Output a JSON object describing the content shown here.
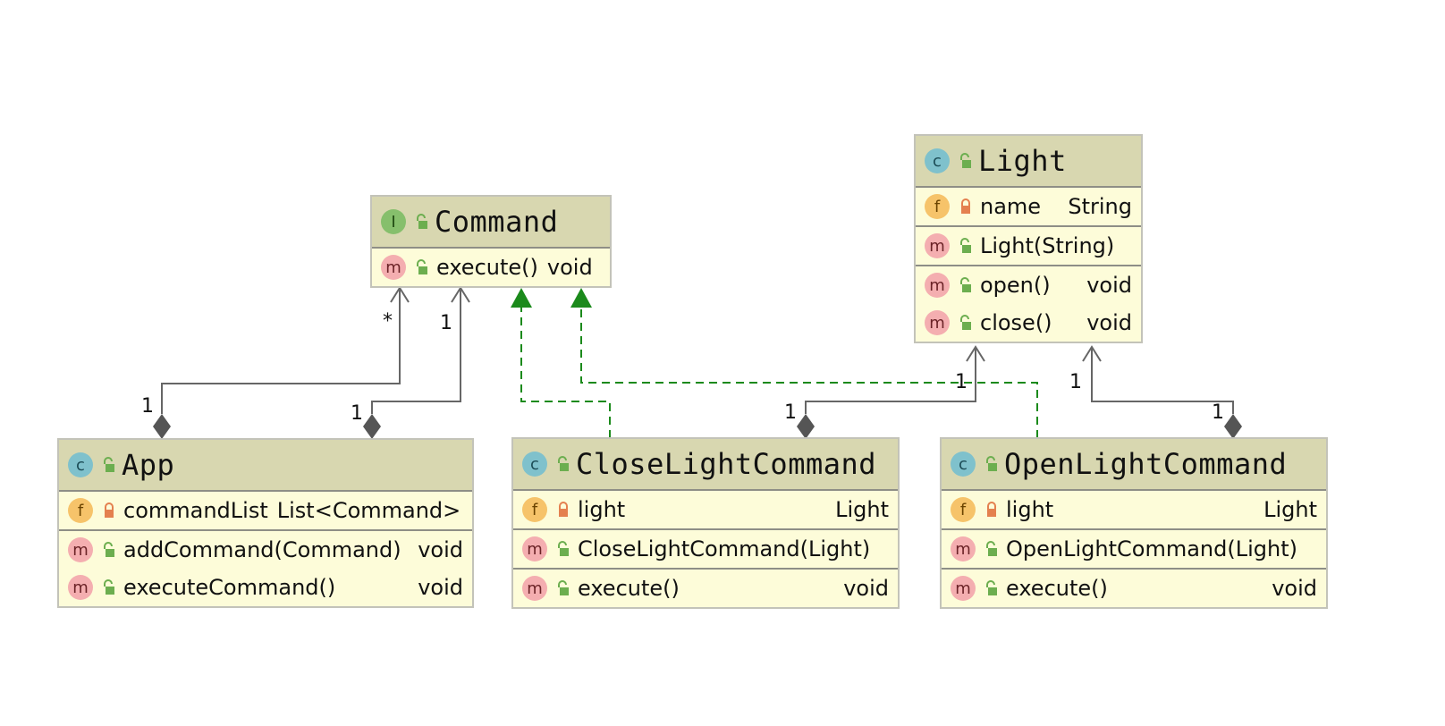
{
  "colors": {
    "class_bg": "#fdfcd9",
    "header_bg": "#d8d7b0",
    "assoc_line": "#666666",
    "realization_line": "#1b8a1b"
  },
  "classes": {
    "command": {
      "name": "Command",
      "kind": "interface",
      "badge": "I",
      "members": [
        {
          "badge": "m",
          "name": "execute()",
          "type": "void",
          "visibility": "public"
        }
      ]
    },
    "light": {
      "name": "Light",
      "kind": "class",
      "badge": "c",
      "fields": [
        {
          "badge": "f",
          "name": "name",
          "type": "String",
          "visibility": "private"
        }
      ],
      "constructors": [
        {
          "badge": "m",
          "name": "Light(String)",
          "visibility": "public"
        }
      ],
      "methods": [
        {
          "badge": "m",
          "name": "open()",
          "type": "void",
          "visibility": "public"
        },
        {
          "badge": "m",
          "name": "close()",
          "type": "void",
          "visibility": "public"
        }
      ]
    },
    "app": {
      "name": "App",
      "kind": "class",
      "badge": "c",
      "fields": [
        {
          "badge": "f",
          "name": "commandList",
          "type": "List<Command>",
          "visibility": "private"
        }
      ],
      "methods": [
        {
          "badge": "m",
          "name": "addCommand(Command)",
          "type": "void",
          "visibility": "public"
        },
        {
          "badge": "m",
          "name": "executeCommand()",
          "type": "void",
          "visibility": "public"
        }
      ]
    },
    "close_light_command": {
      "name": "CloseLightCommand",
      "kind": "class",
      "badge": "c",
      "fields": [
        {
          "badge": "f",
          "name": "light",
          "type": "Light",
          "visibility": "private"
        }
      ],
      "constructors": [
        {
          "badge": "m",
          "name": "CloseLightCommand(Light)",
          "visibility": "public"
        }
      ],
      "methods": [
        {
          "badge": "m",
          "name": "execute()",
          "type": "void",
          "visibility": "public"
        }
      ]
    },
    "open_light_command": {
      "name": "OpenLightCommand",
      "kind": "class",
      "badge": "c",
      "fields": [
        {
          "badge": "f",
          "name": "light",
          "type": "Light",
          "visibility": "private"
        }
      ],
      "constructors": [
        {
          "badge": "m",
          "name": "OpenLightCommand(Light)",
          "visibility": "public"
        }
      ],
      "methods": [
        {
          "badge": "m",
          "name": "execute()",
          "type": "void",
          "visibility": "public"
        }
      ]
    }
  },
  "relations": {
    "app_command_list": {
      "type": "composition",
      "from": "App",
      "to": "Command",
      "source_mult": "1",
      "target_mult": "*"
    },
    "app_command": {
      "type": "composition",
      "from": "App",
      "to": "Command",
      "source_mult": "1",
      "target_mult": "1"
    },
    "close_realizes": {
      "type": "realization",
      "from": "CloseLightCommand",
      "to": "Command"
    },
    "open_realizes": {
      "type": "realization",
      "from": "OpenLightCommand",
      "to": "Command"
    },
    "close_light": {
      "type": "composition",
      "from": "CloseLightCommand",
      "to": "Light",
      "source_mult": "1",
      "target_mult": "1"
    },
    "open_light": {
      "type": "composition",
      "from": "OpenLightCommand",
      "to": "Light",
      "source_mult": "1",
      "target_mult": "1"
    }
  }
}
